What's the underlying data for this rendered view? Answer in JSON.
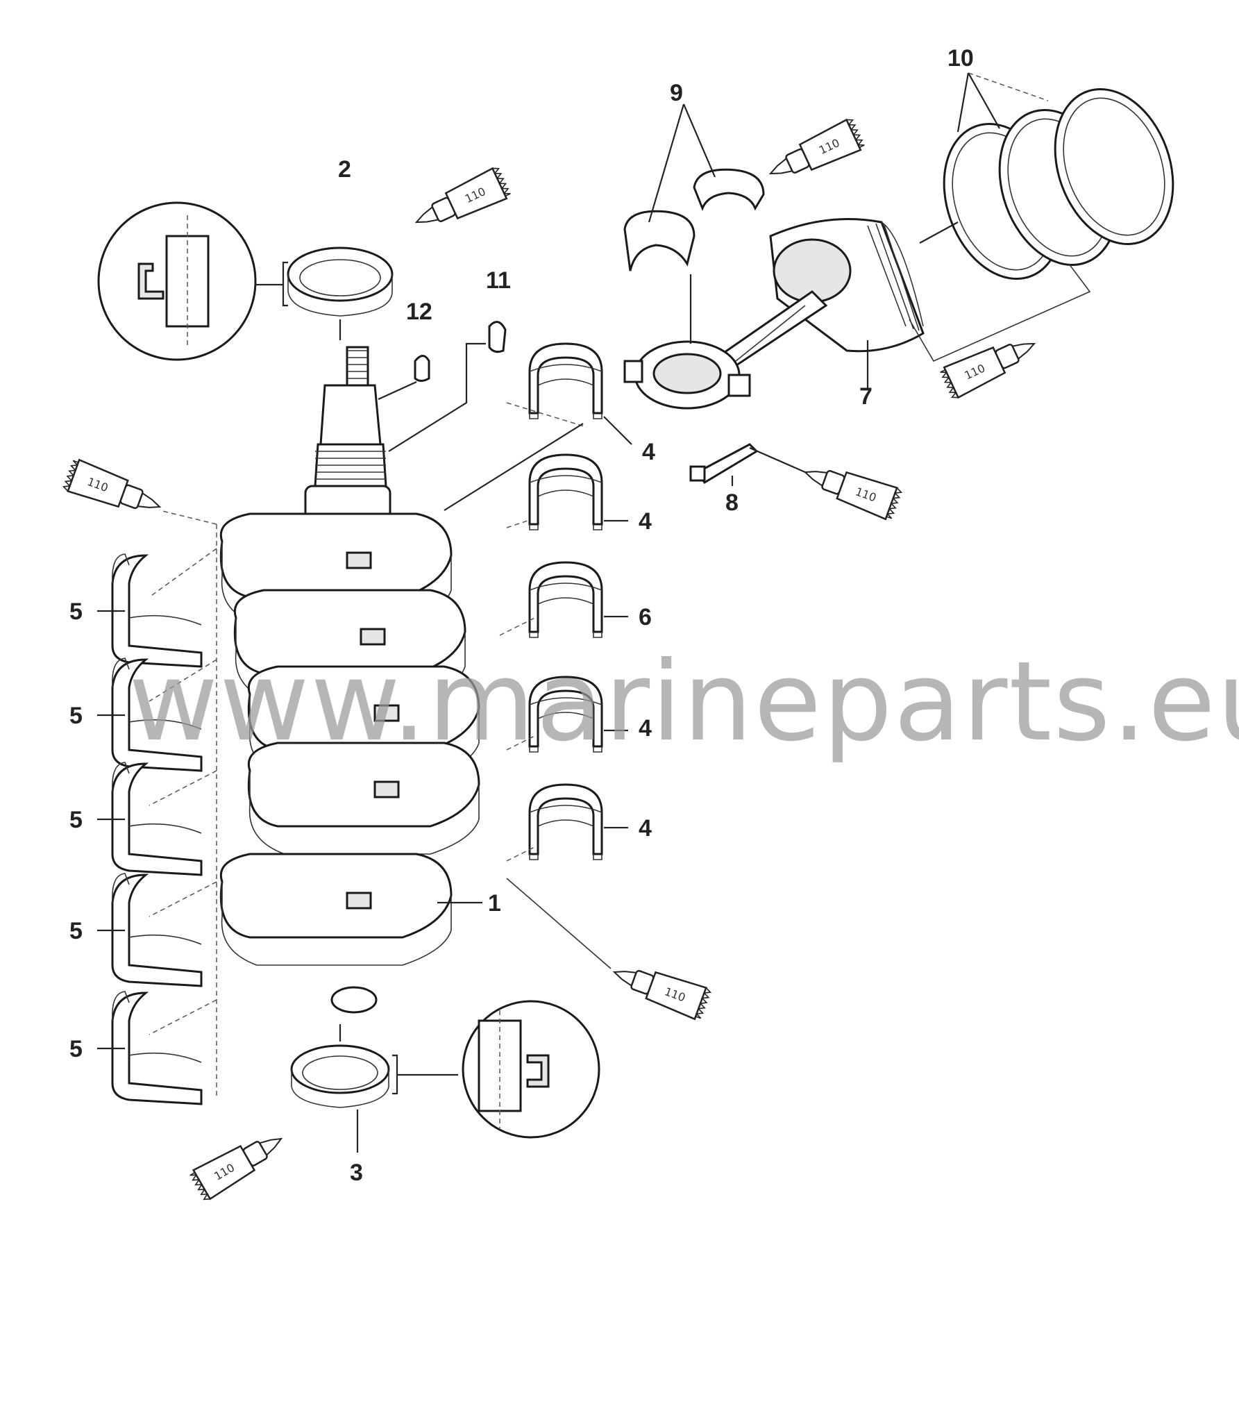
{
  "watermark": "www.marineparts.eu",
  "callouts": {
    "p1": "1",
    "p2": "2",
    "p3": "3",
    "p4": "4",
    "p5": "5",
    "p6": "6",
    "p7": "7",
    "p8": "8",
    "p9": "9",
    "p10": "10",
    "p11": "11",
    "p12": "12"
  },
  "lubricant_tube_label": "110"
}
